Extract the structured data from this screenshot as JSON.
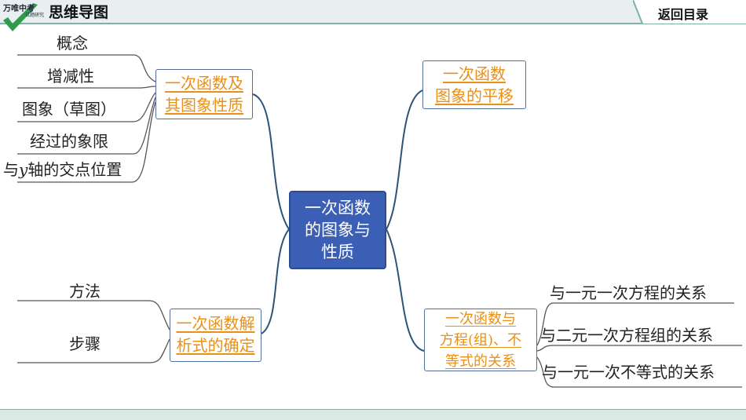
{
  "header": {
    "logo_text": "万唯中考",
    "logo_sub": "试题研究",
    "title": "思维导图",
    "back_label": "返回目录"
  },
  "center": {
    "lines": [
      "一次函数",
      "的图象与",
      "性质"
    ]
  },
  "branches": [
    {
      "id": "graph-properties",
      "lines": [
        "一次函数及",
        "其图象性质"
      ],
      "leaves": [
        "概念",
        "增减性",
        "图象（草图）",
        "经过的象限",
        "与y轴的交点位置"
      ]
    },
    {
      "id": "analytic-expression",
      "lines": [
        "一次函数解",
        "析式的确定"
      ],
      "leaves": [
        "方法",
        "步骤"
      ]
    },
    {
      "id": "translation",
      "lines": [
        "一次函数",
        "图象的平移"
      ],
      "leaves": []
    },
    {
      "id": "equations-inequalities",
      "lines": [
        "一次函数与",
        "方程(组)、不",
        "等式的关系"
      ],
      "leaves": [
        "与一元一次方程的关系",
        "与二元一次方程组的关系",
        "与一元一次不等式的关系"
      ]
    }
  ],
  "colors": {
    "center_fill": "#3b5fb4",
    "branch_text": "#e8901a",
    "connector": "#2f5376",
    "leaf_line": "#555555",
    "header_line": "#7fb2a4"
  }
}
